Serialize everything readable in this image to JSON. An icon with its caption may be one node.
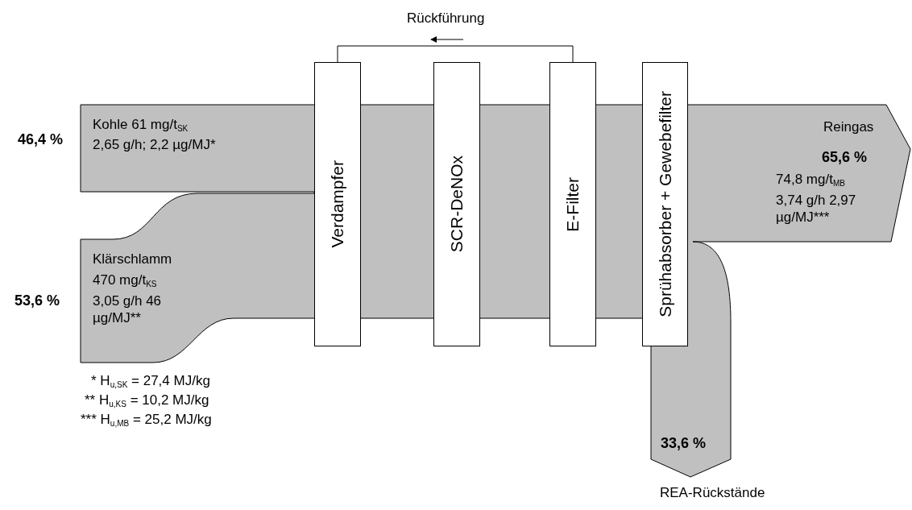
{
  "diagram": {
    "nodes": [
      {
        "text": [
          "Kohle  61 mg/t$_{SK}$",
          "2,65 g/h; 2,2 µg/MJ*"
        ],
        "beside": [
          "46,4 %"
        ]
      },
      {
        "text": [
          "Klärschlamm",
          "470 mg/t$_{KS}$ 3,05 g/h 46 µg/MJ**"
        ],
        "beside": [
          "53,6 %"
        ]
      },
      {
        "text": [
          "Verdampfer"
        ]
      },
      {
        "text": [
          "SCR-DeNOx"
        ]
      },
      {
        "text": [
          "E-Filter"
        ]
      },
      {
        "text": [
          "Sprühabsorber + Gewebefilter"
        ]
      },
      {
        "text": [
          "Reingas",
          "65,6 %",
          "74,8 mg/t$_{MB}$ 3,74 g/h 2,97 µg/MJ***"
        ]
      },
      {
        "text": [
          "33,6 %"
        ],
        "beside": [
          "REA-Rückstände"
        ]
      }
    ],
    "edges": [
      {
        "from": 4,
        "to": 2,
        "arrow": "none",
        "label": "Rückführung"
      }
    ],
    "labels": [
      "* H$_{u,SK}$ = 27,4 MJ/kg",
      "** H$_{u,KS}$ = 10,2 MJ/kg",
      "*** H$_{u,MB}$ = 25,2 MJ/kg"
    ]
  }
}
